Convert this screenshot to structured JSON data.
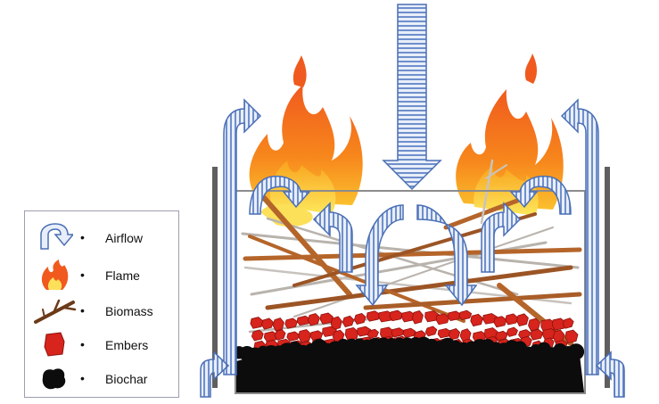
{
  "legend": {
    "items": [
      {
        "key": "airflow",
        "label": "Airflow",
        "icon": "airflow-arrow-icon"
      },
      {
        "key": "flame",
        "label": "Flame",
        "icon": "flame-icon"
      },
      {
        "key": "biomass",
        "label": "Biomass",
        "icon": "twig-icon"
      },
      {
        "key": "embers",
        "label": "Embers",
        "icon": "ember-icon"
      },
      {
        "key": "biochar",
        "label": "Biochar",
        "icon": "biochar-icon"
      }
    ],
    "bullet": "•"
  },
  "colors": {
    "airflow_fill": "#cfdcf2",
    "airflow_stroke": "#4a6fb5",
    "flame_outer": "#f0641e",
    "flame_mid": "#f7a21b",
    "flame_inner": "#fde05a",
    "ember": "#d7241c",
    "ember_dark": "#8c120e",
    "biochar": "#0c0c0c",
    "wood_brown": "#b5652a",
    "wood_gray": "#b9b3ad",
    "kiln_wall": "#7d7d7d"
  }
}
